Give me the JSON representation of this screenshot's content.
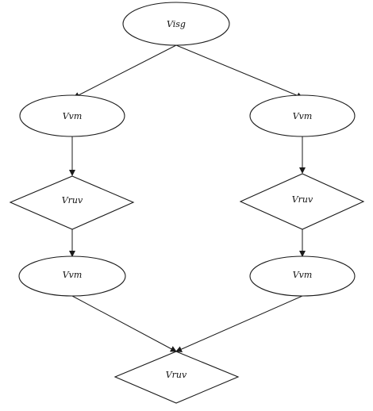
{
  "diagram": {
    "nodes": [
      {
        "id": "top",
        "shape": "ellipse",
        "label": "Visg"
      },
      {
        "id": "l1",
        "shape": "ellipse",
        "label": "Vvm"
      },
      {
        "id": "r1",
        "shape": "ellipse",
        "label": "Vvm"
      },
      {
        "id": "l2",
        "shape": "diamond",
        "label": "Vruv"
      },
      {
        "id": "r2",
        "shape": "diamond",
        "label": "Vruv"
      },
      {
        "id": "l3",
        "shape": "ellipse",
        "label": "Vvm"
      },
      {
        "id": "r3",
        "shape": "ellipse",
        "label": "Vvm"
      },
      {
        "id": "bottom",
        "shape": "diamond",
        "label": "Vruv"
      }
    ],
    "edges": [
      {
        "from": "top",
        "to": "l1"
      },
      {
        "from": "top",
        "to": "r1"
      },
      {
        "from": "l1",
        "to": "l2"
      },
      {
        "from": "r1",
        "to": "r2"
      },
      {
        "from": "l2",
        "to": "l3"
      },
      {
        "from": "r2",
        "to": "r3"
      },
      {
        "from": "l3",
        "to": "bottom"
      },
      {
        "from": "r3",
        "to": "bottom"
      }
    ]
  }
}
